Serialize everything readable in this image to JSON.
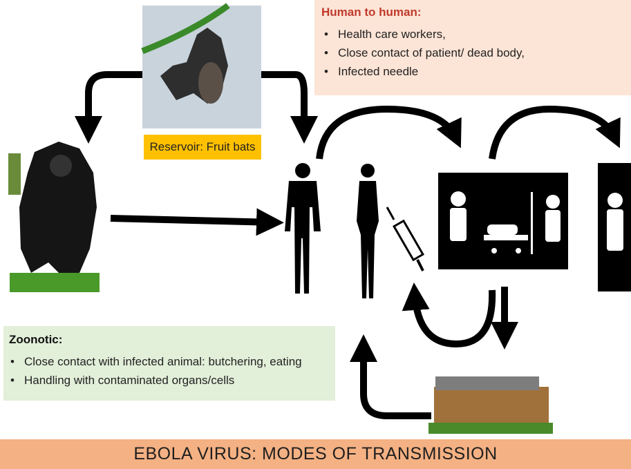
{
  "human_to_human": {
    "heading": "Human to human:",
    "items": [
      "Health care workers,",
      "Close contact of patient/ dead body,",
      "Infected needle"
    ]
  },
  "reservoir": {
    "label": "Reservoir: Fruit bats"
  },
  "zoonotic": {
    "heading": "Zoonotic:",
    "items": [
      "Close contact with infected animal: butchering, eating",
      "Handling with contaminated organs/cells"
    ]
  },
  "footer": {
    "title": "EBOLA VIRUS: MODES OF TRANSMISSION"
  },
  "colors": {
    "human_box": "#fce4d6",
    "human_heading": "#c0392b",
    "zoonotic_box": "#e2efd9",
    "reservoir_label": "#ffc000",
    "title_bar": "#f4b183"
  },
  "icons": [
    "fruit-bat-icon",
    "gorilla-icon",
    "man-silhouette-icon",
    "woman-silhouette-icon",
    "syringe-icon",
    "hospital-scene-icon",
    "doctor-icon",
    "funeral-pyre-icon",
    "arrow-icon"
  ]
}
